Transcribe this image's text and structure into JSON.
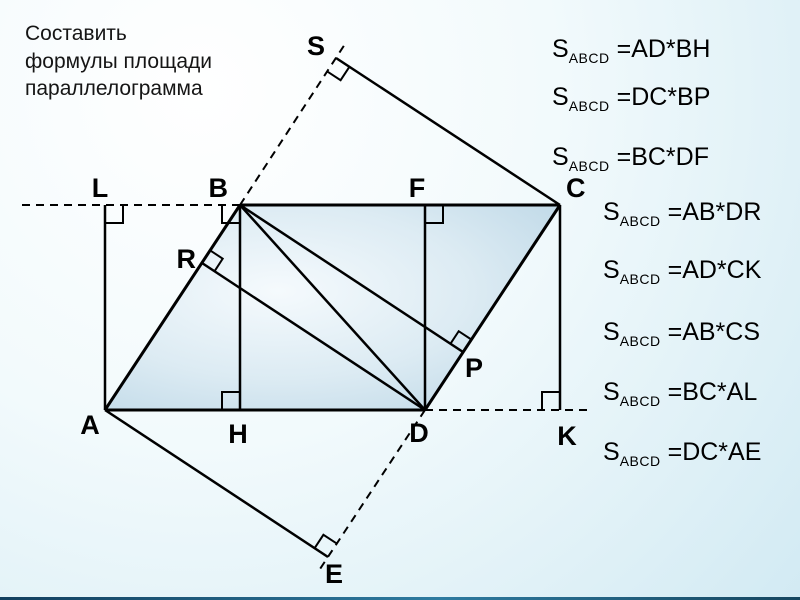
{
  "slide": {
    "title": "Составить\nформулы площади\nпараллелограмма"
  },
  "formula": {
    "symbol": "S",
    "subscript": "ABCD",
    "items": [
      "=AD*BH",
      "=DC*BP",
      "=BC*DF",
      "=AB*DR",
      "=AD*CK",
      "=AB*CS",
      "=BC*AL",
      "=DC*AE"
    ]
  },
  "points": {
    "a": "A",
    "b": "B",
    "c": "C",
    "d": "D",
    "l": "L",
    "h": "H",
    "f": "F",
    "k": "K",
    "s": "S",
    "e": "E",
    "r": "R",
    "p": "P"
  },
  "colors": {
    "line": "#000000",
    "fill_center": "#f5fafd",
    "fill_edge": "#bed8e7",
    "background_edge": "#d2eaf3",
    "bottom_bar": "#2e7ba0"
  }
}
